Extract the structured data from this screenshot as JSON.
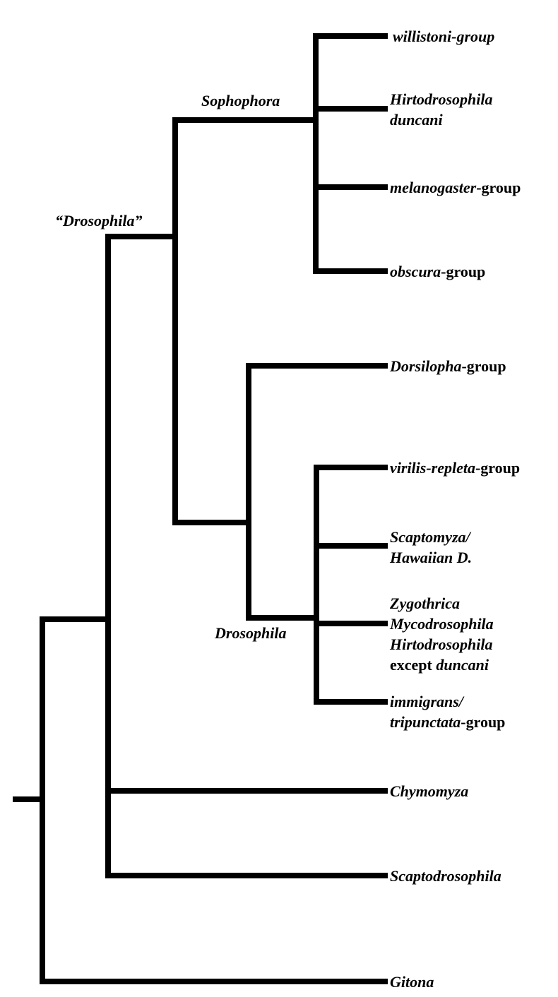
{
  "tree": {
    "line_color": "#000000",
    "clade_labels": {
      "sophophora": "Sophophora",
      "drosophila_quoted": "“Drosophila”",
      "drosophila": "Drosophila"
    },
    "taxa": {
      "willistoni": {
        "italic": "willistoni-group"
      },
      "hirto_duncani": {
        "line1": "Hirtodrosophila",
        "line2": "duncani"
      },
      "melanogaster": {
        "italic": "melanogaster",
        "plain": "-group"
      },
      "obscura": {
        "italic": "obscura",
        "plain": "-group"
      },
      "dorsilopha": {
        "italic": "Dorsilopha",
        "plain": "-group"
      },
      "virilis": {
        "italic": "virilis-repleta",
        "plain": "-group"
      },
      "scaptomyza": {
        "line1": "Scaptomyza/",
        "line2": "Hawaiian D."
      },
      "zygothrica": {
        "line1": "Zygothrica",
        "line2": "Mycodrosophila",
        "line3": "Hirtodrosophila",
        "line4_plain": "except ",
        "line4_italic": "duncani"
      },
      "immigrans": {
        "line1": "immigrans/",
        "line2_italic": "tripunctata",
        "line2_plain": "-group"
      },
      "chymomyza": {
        "italic": "Chymomyza"
      },
      "scaptodrosophila": {
        "italic": "Scaptodrosophila"
      },
      "gitona": {
        "italic": "Gitona"
      }
    }
  }
}
